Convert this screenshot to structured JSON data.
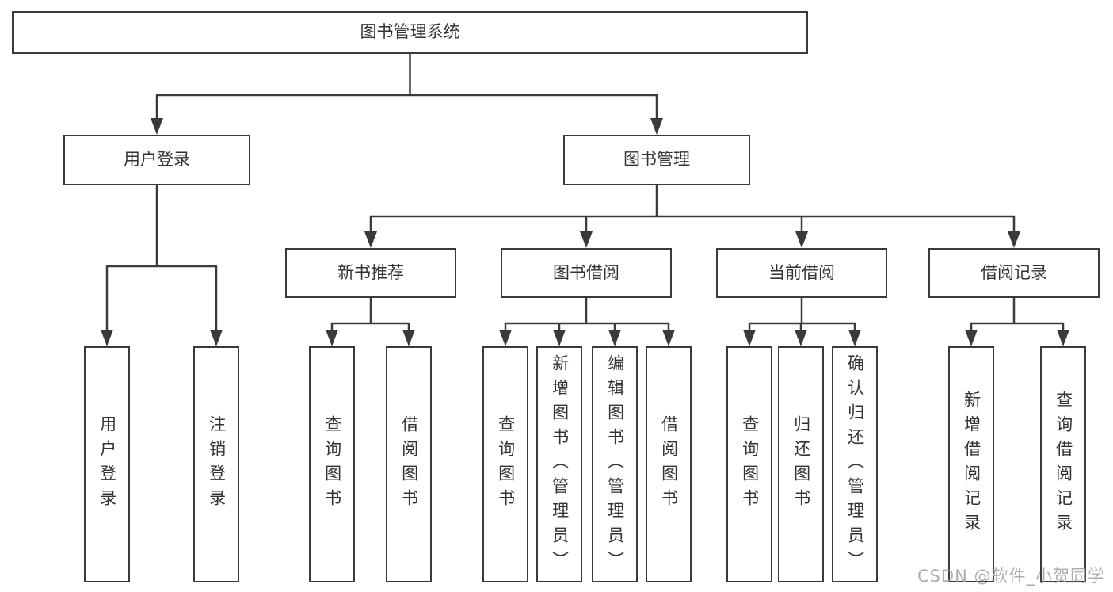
{
  "tree": {
    "root": {
      "label": "图书管理系统",
      "children": [
        {
          "label": "用户登录",
          "children": [
            {
              "label": "用户登录"
            },
            {
              "label": "注销登录"
            }
          ]
        },
        {
          "label": "图书管理",
          "children": [
            {
              "label": "新书推荐",
              "children": [
                {
                  "label": "查询图书"
                },
                {
                  "label": "借阅图书"
                }
              ]
            },
            {
              "label": "图书借阅",
              "children": [
                {
                  "label": "查询图书"
                },
                {
                  "label": "新增图书（管理员）"
                },
                {
                  "label": "编辑图书（管理员）"
                },
                {
                  "label": "借阅图书"
                }
              ]
            },
            {
              "label": "当前借阅",
              "children": [
                {
                  "label": "查询图书"
                },
                {
                  "label": "归还图书"
                },
                {
                  "label": "确认归还（管理员）"
                }
              ]
            },
            {
              "label": "借阅记录",
              "children": [
                {
                  "label": "新增借阅记录"
                },
                {
                  "label": "查询借阅记录"
                }
              ]
            }
          ]
        }
      ]
    }
  },
  "watermark": "CSDN @软件_小贺同学",
  "colors": {
    "line": "#3a3a3a",
    "text": "#333333",
    "box_background": "#ffffff",
    "watermark": "#a4a4a4"
  }
}
